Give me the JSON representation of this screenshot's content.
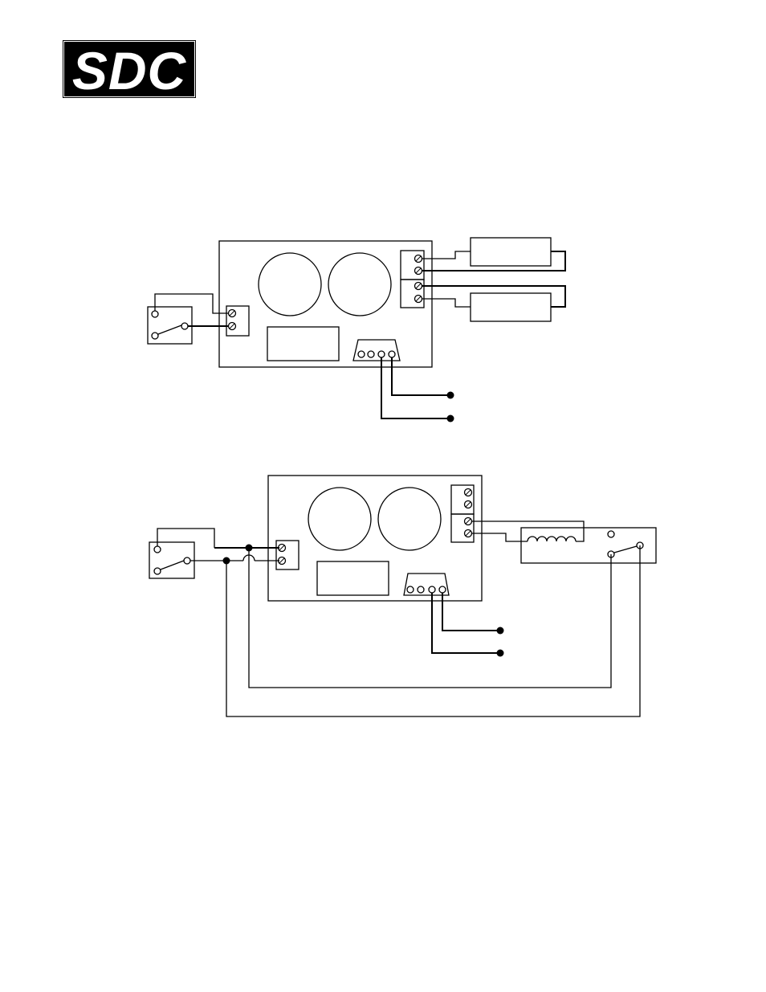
{
  "logo": {
    "text": "SDC",
    "colors": {
      "ink": "#000000",
      "paper": "#ffffff"
    }
  },
  "diagrams": [
    {
      "id": "wiring-diagram-1",
      "loads": 2,
      "terminal_blocks": 2
    },
    {
      "id": "wiring-diagram-2",
      "relay": true
    }
  ]
}
